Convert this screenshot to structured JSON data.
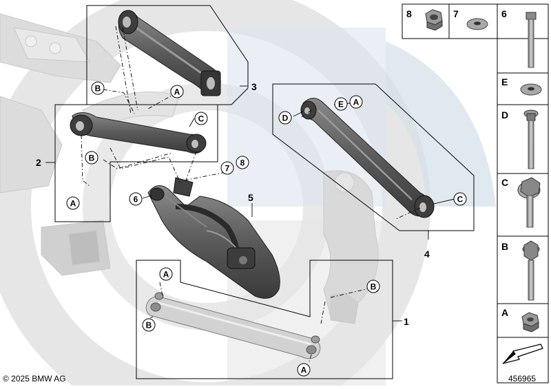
{
  "diagram": {
    "item_numbers": [
      "1",
      "2",
      "3",
      "4",
      "5",
      "6",
      "7",
      "8"
    ],
    "callout_letters": [
      "A",
      "B",
      "C",
      "D",
      "E"
    ],
    "side_panel": [
      {
        "label": "8",
        "part": "hex-nut-icon"
      },
      {
        "label": "7",
        "part": "washer-icon"
      },
      {
        "label": "6",
        "part": "bolt-icon"
      },
      {
        "label": "E",
        "part": "washer-icon"
      },
      {
        "label": "D",
        "part": "bolt-icon"
      },
      {
        "label": "C",
        "part": "eccentric-bolt-icon"
      },
      {
        "label": "B",
        "part": "hex-bolt-icon"
      },
      {
        "label": "A",
        "part": "hex-nut-icon"
      }
    ],
    "copyright": "© 2025 BMW AG",
    "diagram_number": "456965",
    "colors": {
      "background_watermark": "#e3e3e3",
      "blue_watermark": "#c9d7e6",
      "part_dark": "#4a4a4a",
      "part_ghost": "#d6d6d6"
    }
  }
}
